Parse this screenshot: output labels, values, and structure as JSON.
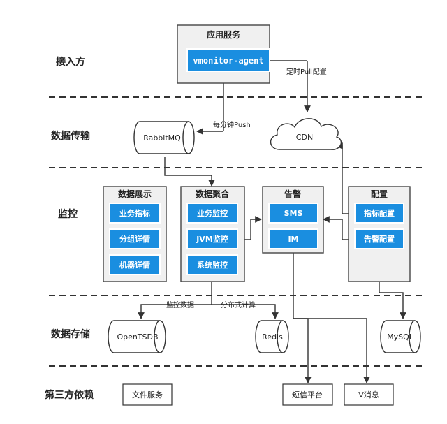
{
  "lanes": {
    "access": "接入方",
    "transport": "数据传输",
    "monitor": "监控",
    "storage": "数据存储",
    "thirdparty": "第三方依赖"
  },
  "app_service": {
    "title": "应用服务",
    "agent": "vmonitor-agent"
  },
  "edges": {
    "pull_config": "定时Pull配置",
    "push_per_minute": "每分钟Push",
    "monitor_data": "监控数据",
    "distributed_compute": "分布式计算"
  },
  "transport": {
    "mq": "RabbitMQ",
    "cdn": "CDN"
  },
  "display": {
    "title": "数据展示",
    "items": [
      "业务指标",
      "分组详情",
      "机器详情"
    ]
  },
  "aggregation": {
    "title": "数据聚合",
    "items": [
      "业务监控",
      "JVM监控",
      "系统监控"
    ]
  },
  "alarm": {
    "title": "告警",
    "items": [
      "SMS",
      "IM"
    ]
  },
  "config": {
    "title": "配置",
    "items": [
      "指标配置",
      "告警配置"
    ]
  },
  "storage": {
    "opentsdb": "OpenTSDB",
    "redis": "Redis",
    "mysql": "MySQL"
  },
  "thirdparty": {
    "file_service": "文件服务",
    "sms_platform": "短信平台",
    "v_message": "V消息"
  },
  "colors": {
    "accent": "#1a8ee0",
    "panel": "#f0f0f0",
    "line": "#333333"
  }
}
